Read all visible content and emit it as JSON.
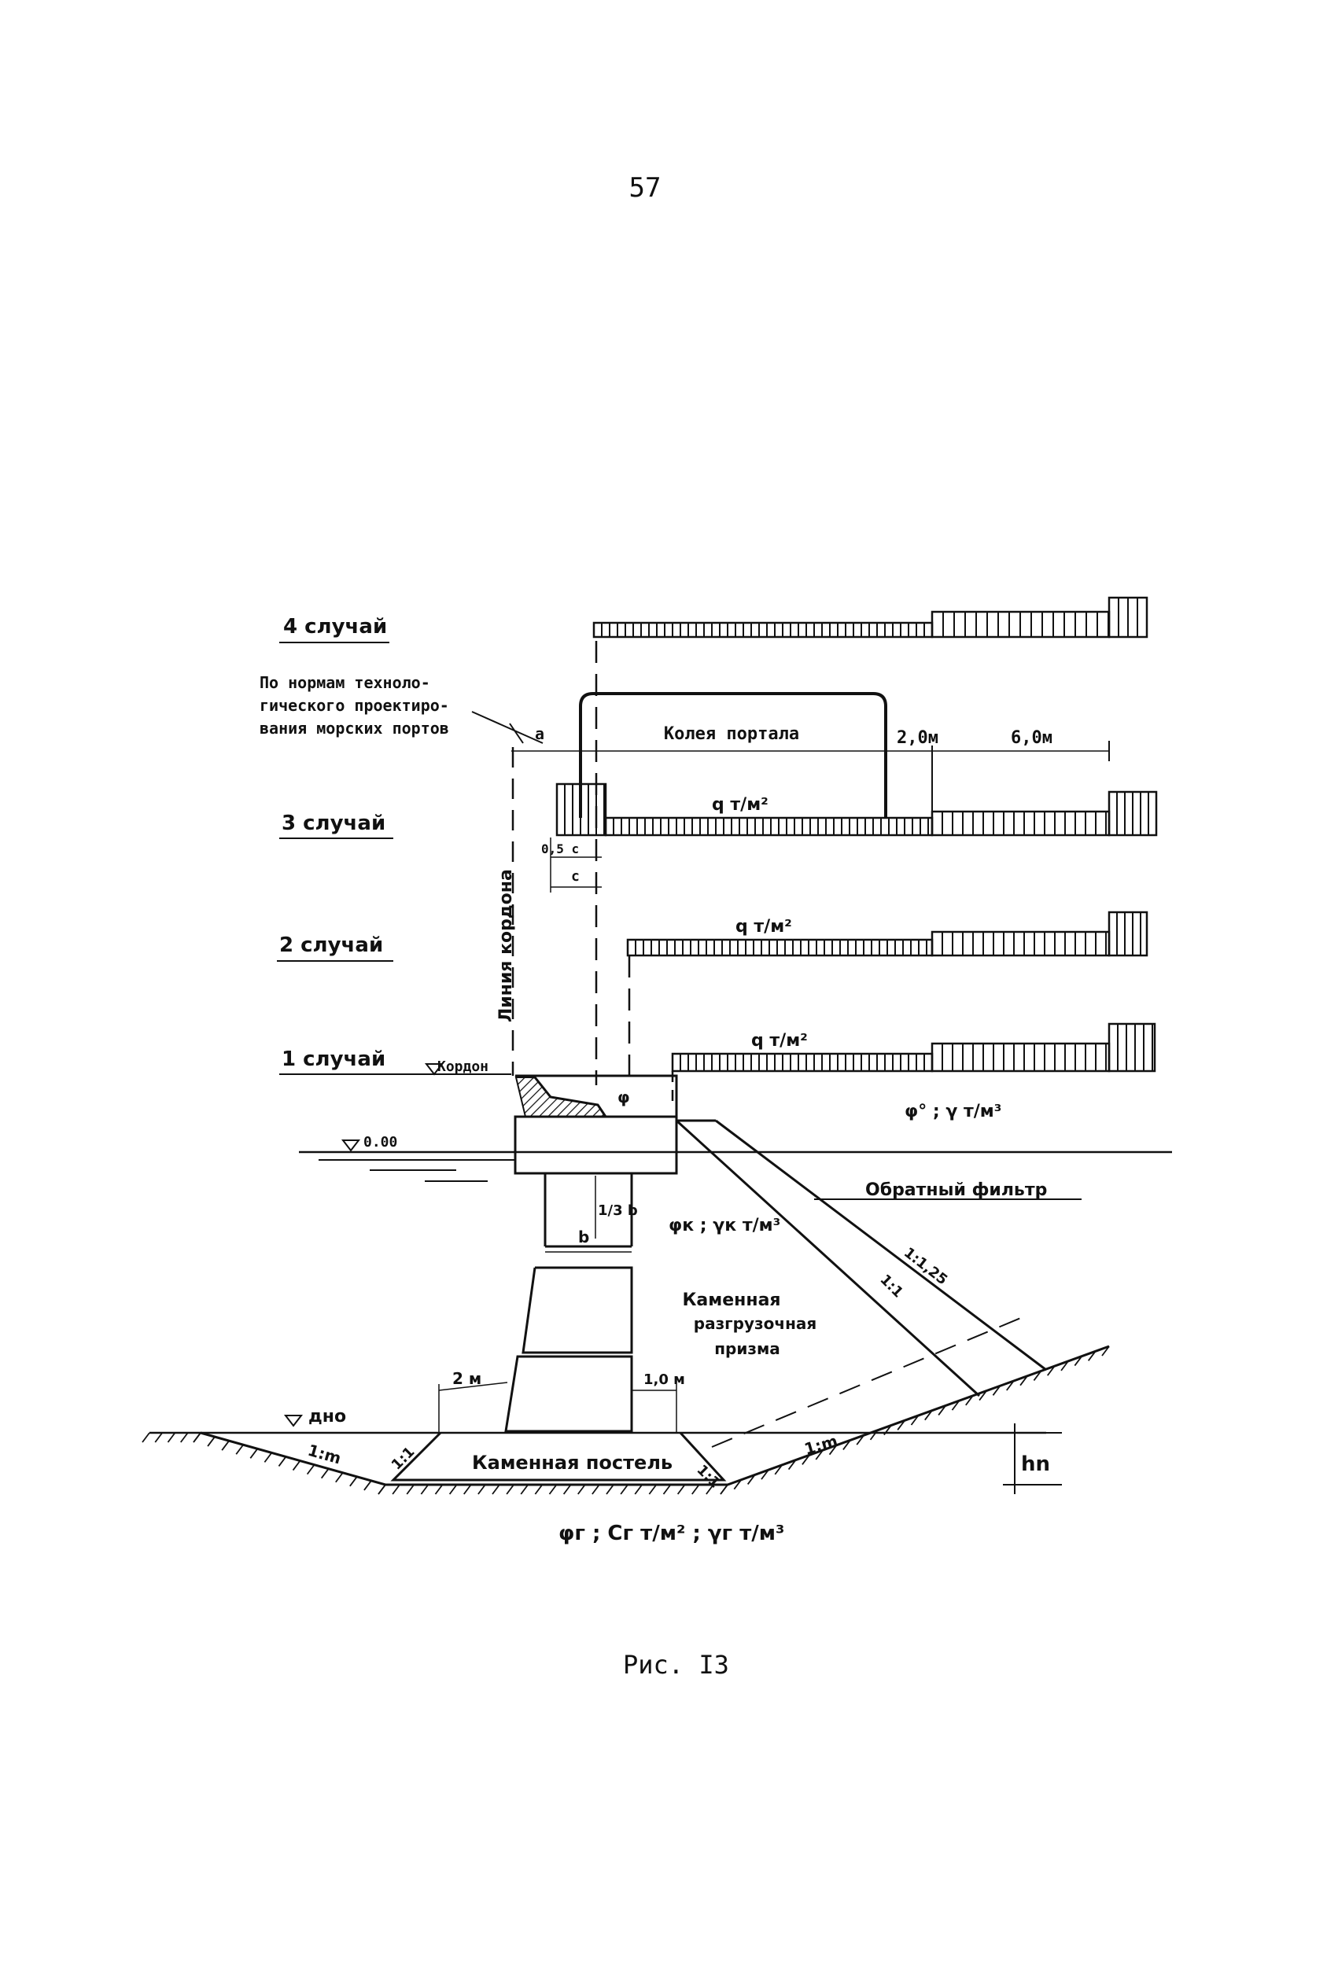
{
  "page_number": "57",
  "caption": "Рис. I3",
  "cases": {
    "case4": "4 случай",
    "case3": "3 случай",
    "case2": "2 случай",
    "case1": "1 случай"
  },
  "note": {
    "line1": "По нормам техноло-",
    "line2": "гического проектиро-",
    "line3": "вания морских портов"
  },
  "dims": {
    "a": "a",
    "gauge": "Колея портала",
    "d2": "2,0м",
    "d6": "6,0м",
    "half_c": "0,5 с",
    "c": "с",
    "one_third_b": "1/3 b",
    "b": "b",
    "two_m": "2 м",
    "one_m": "1,0 м",
    "hn": "hn"
  },
  "loads": {
    "q3": "q т/м²",
    "q2": "q т/м²",
    "q1": "q т/м²"
  },
  "labels": {
    "kordon_line": "Линия кордона",
    "kordon": "Кордон",
    "zero": "0.00",
    "soil_props": "φ° ; γ т/м³",
    "filter": "Обратный фильтр",
    "wall_props": "φк ; γк т/м³",
    "prism_1": "Каменная",
    "prism_2": "разгрузочная",
    "prism_3": "призма",
    "bed": "Каменная постель",
    "bottom": "дно",
    "ground_props": "φг ; Сг т/м² ; γг т/м³",
    "angle": "φ"
  },
  "slopes": {
    "s125": "1:1,25",
    "s1": "1:1",
    "bed_left": "1:1",
    "bed_right": "1:1",
    "m_left": "1:m",
    "m_right": "1:m"
  }
}
